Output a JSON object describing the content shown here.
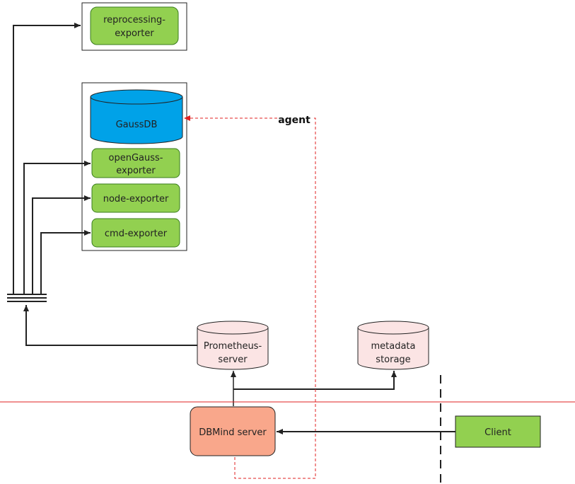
{
  "colors": {
    "green": "#92d050",
    "green_stroke": "#3a7d1e",
    "blue": "#00a2e8",
    "pink": "#fbe4e4",
    "salmon": "#f9a78b",
    "red": "#e02020",
    "line": "#222222"
  },
  "nodes": {
    "reprocessing_exporter": [
      "reprocessing-",
      "exporter"
    ],
    "gaussdb": "GaussDB",
    "opengauss_exporter": [
      "openGauss-",
      "exporter"
    ],
    "node_exporter": "node-exporter",
    "cmd_exporter": "cmd-exporter",
    "prometheus_server": [
      "Prometheus-",
      "server"
    ],
    "metadata_storage": [
      "metadata",
      "storage"
    ],
    "dbmind_server": "DBMind server",
    "client": "Client"
  },
  "edges": {
    "agent_label": "agent"
  }
}
